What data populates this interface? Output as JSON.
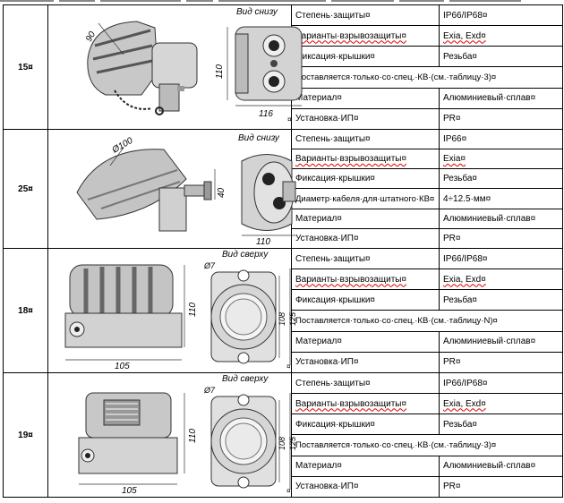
{
  "rows": [
    {
      "num": "15¤",
      "drawing": {
        "view_label": "Вид снизу",
        "dims": [
          "90",
          "110",
          "116"
        ],
        "end_mark": "¤"
      },
      "specs": [
        {
          "label": "Степень·защиты¤",
          "value": "IP66/IP68¤"
        },
        {
          "label": "Варианты·взрывозащиты¤",
          "value": "Exia, Exd¤"
        },
        {
          "label": "Фиксация·крышки¤",
          "value": "Резьба¤"
        },
        {
          "note": "Поставляется·только·со·спец.·КВ·(см.·таблицу·3)¤"
        },
        {
          "label": "Материал¤",
          "value": "Алюминиевый·сплав¤"
        },
        {
          "label": "Установка·ИП¤",
          "value": "PR¤"
        }
      ]
    },
    {
      "num": "25¤",
      "drawing": {
        "view_label": "Вид снизу",
        "dims": [
          "Ø100",
          "40",
          "110"
        ],
        "end_mark": ""
      },
      "specs": [
        {
          "label": "Степень·защиты¤",
          "value": "IP66¤"
        },
        {
          "label": "Варианты·взрывозащиты¤",
          "value": "Exia¤"
        },
        {
          "label": "Фиксация·крышки¤",
          "value": "Резьба¤"
        },
        {
          "label": "Диаметр·кабеля·для·штатного·КВ¤",
          "value": "4÷12.5·мм¤"
        },
        {
          "label": "Материал¤",
          "value": "Алюминиевый·сплав¤"
        },
        {
          "label": "Установка·ИП¤",
          "value": "PR¤"
        }
      ]
    },
    {
      "num": "18¤",
      "drawing": {
        "view_label": "Вид сверху",
        "dims": [
          "Ø7",
          "110",
          "108",
          "125",
          "105"
        ],
        "end_mark": "¤"
      },
      "specs": [
        {
          "label": "Степень·защиты¤",
          "value": "IP66/IP68¤"
        },
        {
          "label": "Варианты·взрывозащиты¤",
          "value": "Exia, Exd¤"
        },
        {
          "label": "Фиксация·крышки¤",
          "value": "Резьба¤"
        },
        {
          "note": "Поставляется·только·со·спец.·КВ·(см.·таблицу·N)¤"
        },
        {
          "label": "Материал¤",
          "value": "Алюминиевый·сплав¤"
        },
        {
          "label": "Установка·ИП¤",
          "value": "PR¤"
        }
      ]
    },
    {
      "num": "19¤",
      "drawing": {
        "view_label": "Вид сверху",
        "dims": [
          "Ø7",
          "110",
          "108",
          "125",
          "105"
        ],
        "end_mark": "¤"
      },
      "specs": [
        {
          "label": "Степень·защиты¤",
          "value": "IP66/IP68¤"
        },
        {
          "label": "Варианты·взрывозащиты¤",
          "value": "Exia, Exd¤"
        },
        {
          "label": "Фиксация·крышки¤",
          "value": "Резьба¤"
        },
        {
          "note": "Поставляется·только·со·спец.·КВ·(см.·таблицу·3)¤"
        },
        {
          "label": "Материал¤",
          "value": "Алюминиевый·сплав¤"
        },
        {
          "label": "Установка·ИП¤",
          "value": "PR¤"
        }
      ]
    }
  ]
}
